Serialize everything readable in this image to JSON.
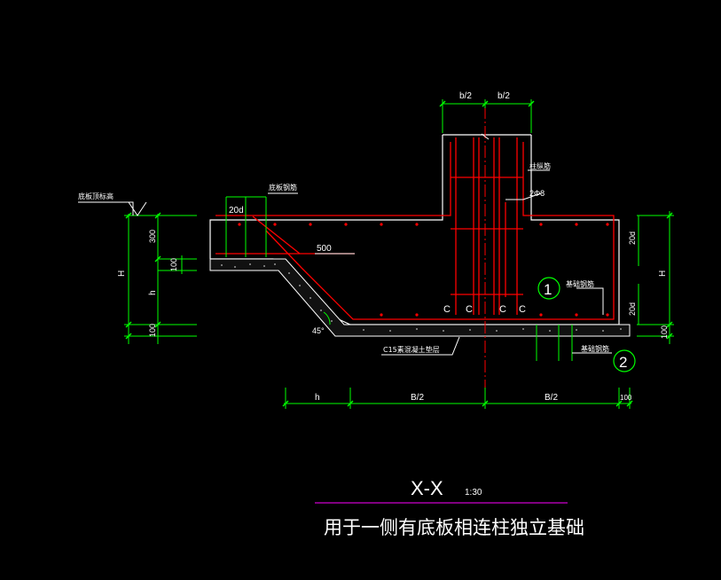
{
  "drawing": {
    "dims": {
      "b_half_left": "b/2",
      "b_half_right": "b/2",
      "twenty_d_left": "20d",
      "twenty_d_right_top": "20d",
      "twenty_d_right_bottom": "20d",
      "five_hundred": "500",
      "three_hundred": "300",
      "one_hundred_left_mid": "100",
      "one_hundred_left_bottom": "100",
      "one_hundred_right_bottom": "100",
      "h_left": "h",
      "H_left": "H",
      "H_right": "H",
      "bottom_h": "h",
      "bottom_B_half_left": "B/2",
      "bottom_B_half_right": "B/2",
      "bottom_100": "100",
      "angle": "45°"
    },
    "labels": {
      "bottom_slab_top": "底板顶标高",
      "bottom_slab_rebar": "底板钢筋",
      "column_rebar": "柱纵筋",
      "stirrup_2phi8": "2Φ8",
      "foundation_rebar_1": "基础钢筋",
      "foundation_rebar_2": "基础钢筋",
      "cushion": "C15素混凝土垫层"
    },
    "callouts": {
      "one": "1",
      "two": "2"
    },
    "hooks": [
      "C",
      "C",
      "C",
      "C"
    ]
  },
  "title": {
    "section": "X-X",
    "scale": "1:30",
    "caption": "用于一侧有底板相连柱独立基础"
  },
  "colors": {
    "background": "#000000",
    "dimension": "#00ff00",
    "rebar": "#ff0000",
    "outline": "#ffffff",
    "axis": "#ff0000",
    "title_rule": "#cc00cc",
    "callout": "#00ff00"
  }
}
